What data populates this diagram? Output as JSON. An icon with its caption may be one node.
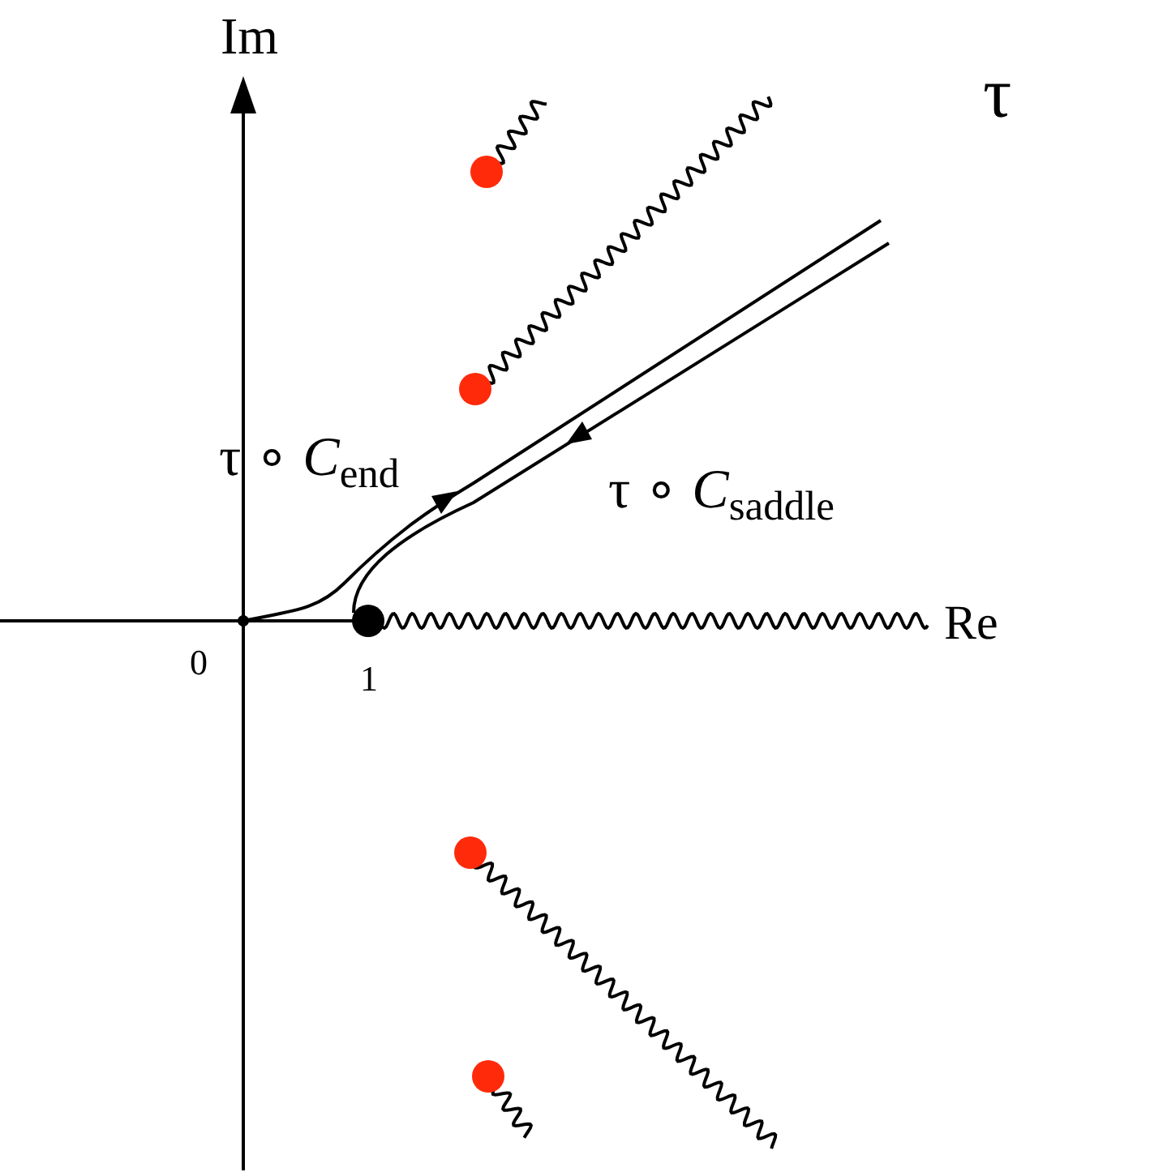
{
  "diagram": {
    "labels": [
      "Im",
      "τ",
      "τ ∘ *C*$_{end}$",
      "τ ∘ *C*$_{saddle}$",
      "0",
      "1",
      "Re"
    ]
  }
}
